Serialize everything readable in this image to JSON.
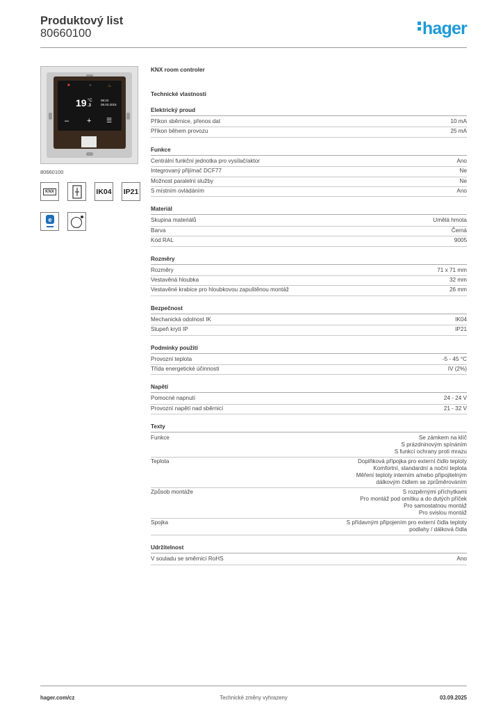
{
  "header": {
    "title": "Produktový list",
    "number": "80660100",
    "logo": "hager"
  },
  "colors": {
    "brand": "#1e9ad6",
    "rule": "#9a9a9a"
  },
  "product_image": {
    "code": "80660100",
    "screen_temp": "19",
    "screen_unit": "°C",
    "screen_decimal": ".3",
    "screen_time": "09:23",
    "screen_date": "08.03.2015",
    "minus": "–",
    "plus": "+"
  },
  "icons": [
    {
      "name": "knx-icon",
      "label": "KNX"
    },
    {
      "name": "mounting-icon",
      "label": ""
    },
    {
      "name": "ik04-icon",
      "label": "IK04"
    },
    {
      "name": "ip21-icon",
      "label": "IP21"
    },
    {
      "name": "energy-class-icon",
      "label": ""
    },
    {
      "name": "rotary-control-icon",
      "label": ""
    }
  ],
  "product_name": "KNX room controler",
  "tech_title": "Technické vlastnosti",
  "sections": [
    {
      "title": "Elektrický proud",
      "rows": [
        {
          "label": "Příkon sběrnice, přenos dat",
          "value": [
            "10 mA"
          ]
        },
        {
          "label": "Příkon během provozu",
          "value": [
            "25 mA"
          ]
        }
      ]
    },
    {
      "title": "Funkce",
      "rows": [
        {
          "label": "Centrální funkční jednotka pro vysílač/aktor",
          "value": [
            "Ano"
          ]
        },
        {
          "label": "Integrovaný přijímač DCF77",
          "value": [
            "Ne"
          ]
        },
        {
          "label": "Možnost paralelní služby",
          "value": [
            "Ne"
          ]
        },
        {
          "label": "S místním ovládáním",
          "value": [
            "Ano"
          ]
        }
      ]
    },
    {
      "title": "Materiál",
      "rows": [
        {
          "label": "Skupina materiálů",
          "value": [
            "Umělá hmota"
          ]
        },
        {
          "label": "Barva",
          "value": [
            "Černá"
          ]
        },
        {
          "label": "Kód RAL",
          "value": [
            "9005"
          ]
        }
      ]
    },
    {
      "title": "Rozměry",
      "rows": [
        {
          "label": "Rozměry",
          "value": [
            "71 x 71 mm"
          ]
        },
        {
          "label": "Vestavěná hloubka",
          "value": [
            "32 mm"
          ]
        },
        {
          "label": "Vestavěné krabice pro hloubkovou zapuštěnou montáž",
          "value": [
            "26 mm"
          ]
        }
      ]
    },
    {
      "title": "Bezpečnost",
      "rows": [
        {
          "label": "Mechanická odolnost IK",
          "value": [
            "IK04"
          ]
        },
        {
          "label": "Stupeň krytí IP",
          "value": [
            "IP21"
          ]
        }
      ]
    },
    {
      "title": "Podmínky použití",
      "rows": [
        {
          "label": "Provozní teplota",
          "value": [
            "-5 - 45 °C"
          ]
        },
        {
          "label": "Třída energetické účinnosti",
          "value": [
            "IV (2%)"
          ]
        }
      ]
    },
    {
      "title": "Napětí",
      "rows": [
        {
          "label": "Pomocné napnutí",
          "value": [
            "24 - 24 V"
          ]
        },
        {
          "label": "Provozní napětí nad sběrnicí",
          "value": [
            "21 - 32 V"
          ]
        }
      ]
    },
    {
      "title": "Texty",
      "rows": [
        {
          "label": "Funkce",
          "value": [
            "Se zámkem na klíč",
            "S prázdninovým spínáním",
            "S funkcí ochrany proti mrazu"
          ]
        },
        {
          "label": "Teplota",
          "value": [
            "Doplňková přípojka pro externí čidlo teploty",
            "Komfortní, standardní a noční teplota",
            "Měření teploty interním a/nebo připojitelným",
            "dálkovým čidlem se zprůměrováním"
          ]
        },
        {
          "label": "Způsob montáže",
          "value": [
            "S rozpěrnými příchytkami",
            "Pro montáž pod omítku a do dutých příček",
            "Pro samostatnou montáž",
            "Pro svislou montáž"
          ]
        },
        {
          "label": "Spojka",
          "value": [
            "S přídavným připojením pro externí čidla teploty",
            "podlahy / dálková čidla"
          ]
        }
      ]
    },
    {
      "title": "Udržitelnost",
      "rows": [
        {
          "label": "V souladu se směrnicí RoHS",
          "value": [
            "Ano"
          ]
        }
      ]
    }
  ],
  "footer": {
    "left": "hager.com/cz",
    "center": "Technické změny vyhrazeny",
    "right": "03.09.2025"
  }
}
